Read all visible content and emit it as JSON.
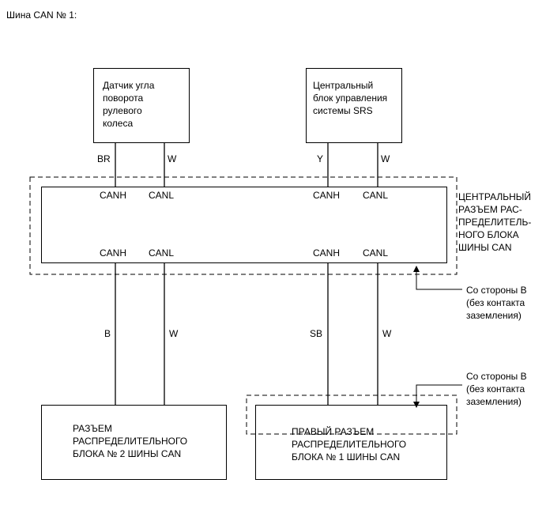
{
  "title": "Шина CAN № 1:",
  "steering_sensor": {
    "lines": [
      "Датчик угла",
      "поворота",
      "рулевого",
      "колеса"
    ],
    "wires": [
      "BR",
      "W"
    ]
  },
  "srs_unit": {
    "lines": [
      "Центральный",
      "блок управления",
      "системы SRS"
    ],
    "wires": [
      "Y",
      "W"
    ]
  },
  "central_junction": {
    "top_pins": [
      "CANH",
      "CANL",
      "CANH",
      "CANL"
    ],
    "bottom_pins": [
      "CANH",
      "CANL",
      "CANH",
      "CANL"
    ],
    "label_lines": [
      "ЦЕНТРАЛЬНЫЙ",
      "РАЗЪЕМ РАС-",
      "ПРЕДЕЛИТЕЛЬ-",
      "НОГО БЛОКА",
      "ШИНЫ CAN"
    ]
  },
  "lower_wires": [
    "B",
    "W",
    "SB",
    "W"
  ],
  "side_b_note_1": [
    "Со стороны B",
    "(без контакта",
    "заземления)"
  ],
  "side_b_note_2": [
    "Со стороны B",
    "(без контакта",
    "заземления)"
  ],
  "junction_2": {
    "lines": [
      "РАЗЪЕМ",
      "РАСПРЕДЕЛИТЕЛЬНОГО",
      "БЛОКА № 2 ШИНЫ CAN"
    ]
  },
  "junction_1": {
    "lines": [
      "ПРАВЫЙ РАЗЪЕМ",
      "РАСПРЕДЕЛИТЕЛЬНОГО",
      "БЛОКА № 1 ШИНЫ CAN"
    ]
  }
}
